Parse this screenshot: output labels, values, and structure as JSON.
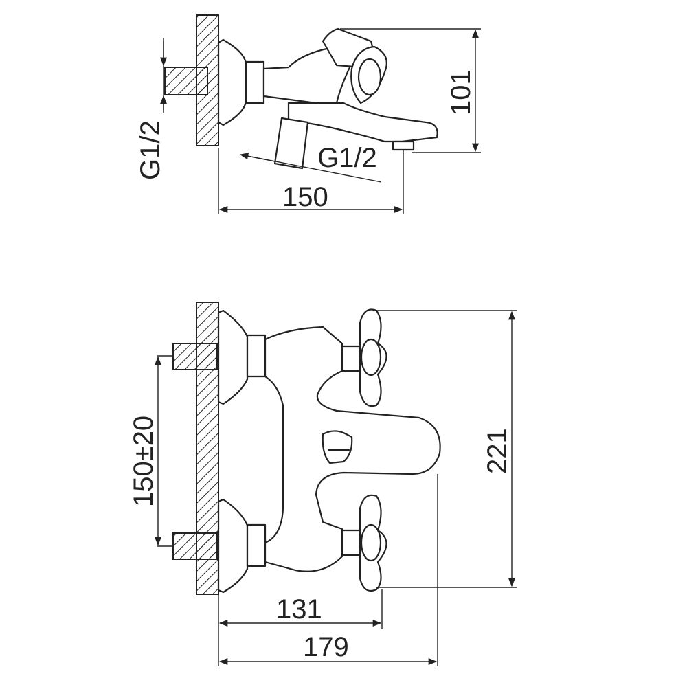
{
  "top_view": {
    "dim_length": "150",
    "dim_height": "101",
    "thread_inlet": "G1/2",
    "thread_outlet": "G1/2"
  },
  "front_view": {
    "dim_inlet_spacing": "150±20",
    "dim_height": "221",
    "dim_depth_spout": "131",
    "dim_depth_total": "179"
  },
  "colors": {
    "line": "#222222",
    "background": "#ffffff"
  }
}
